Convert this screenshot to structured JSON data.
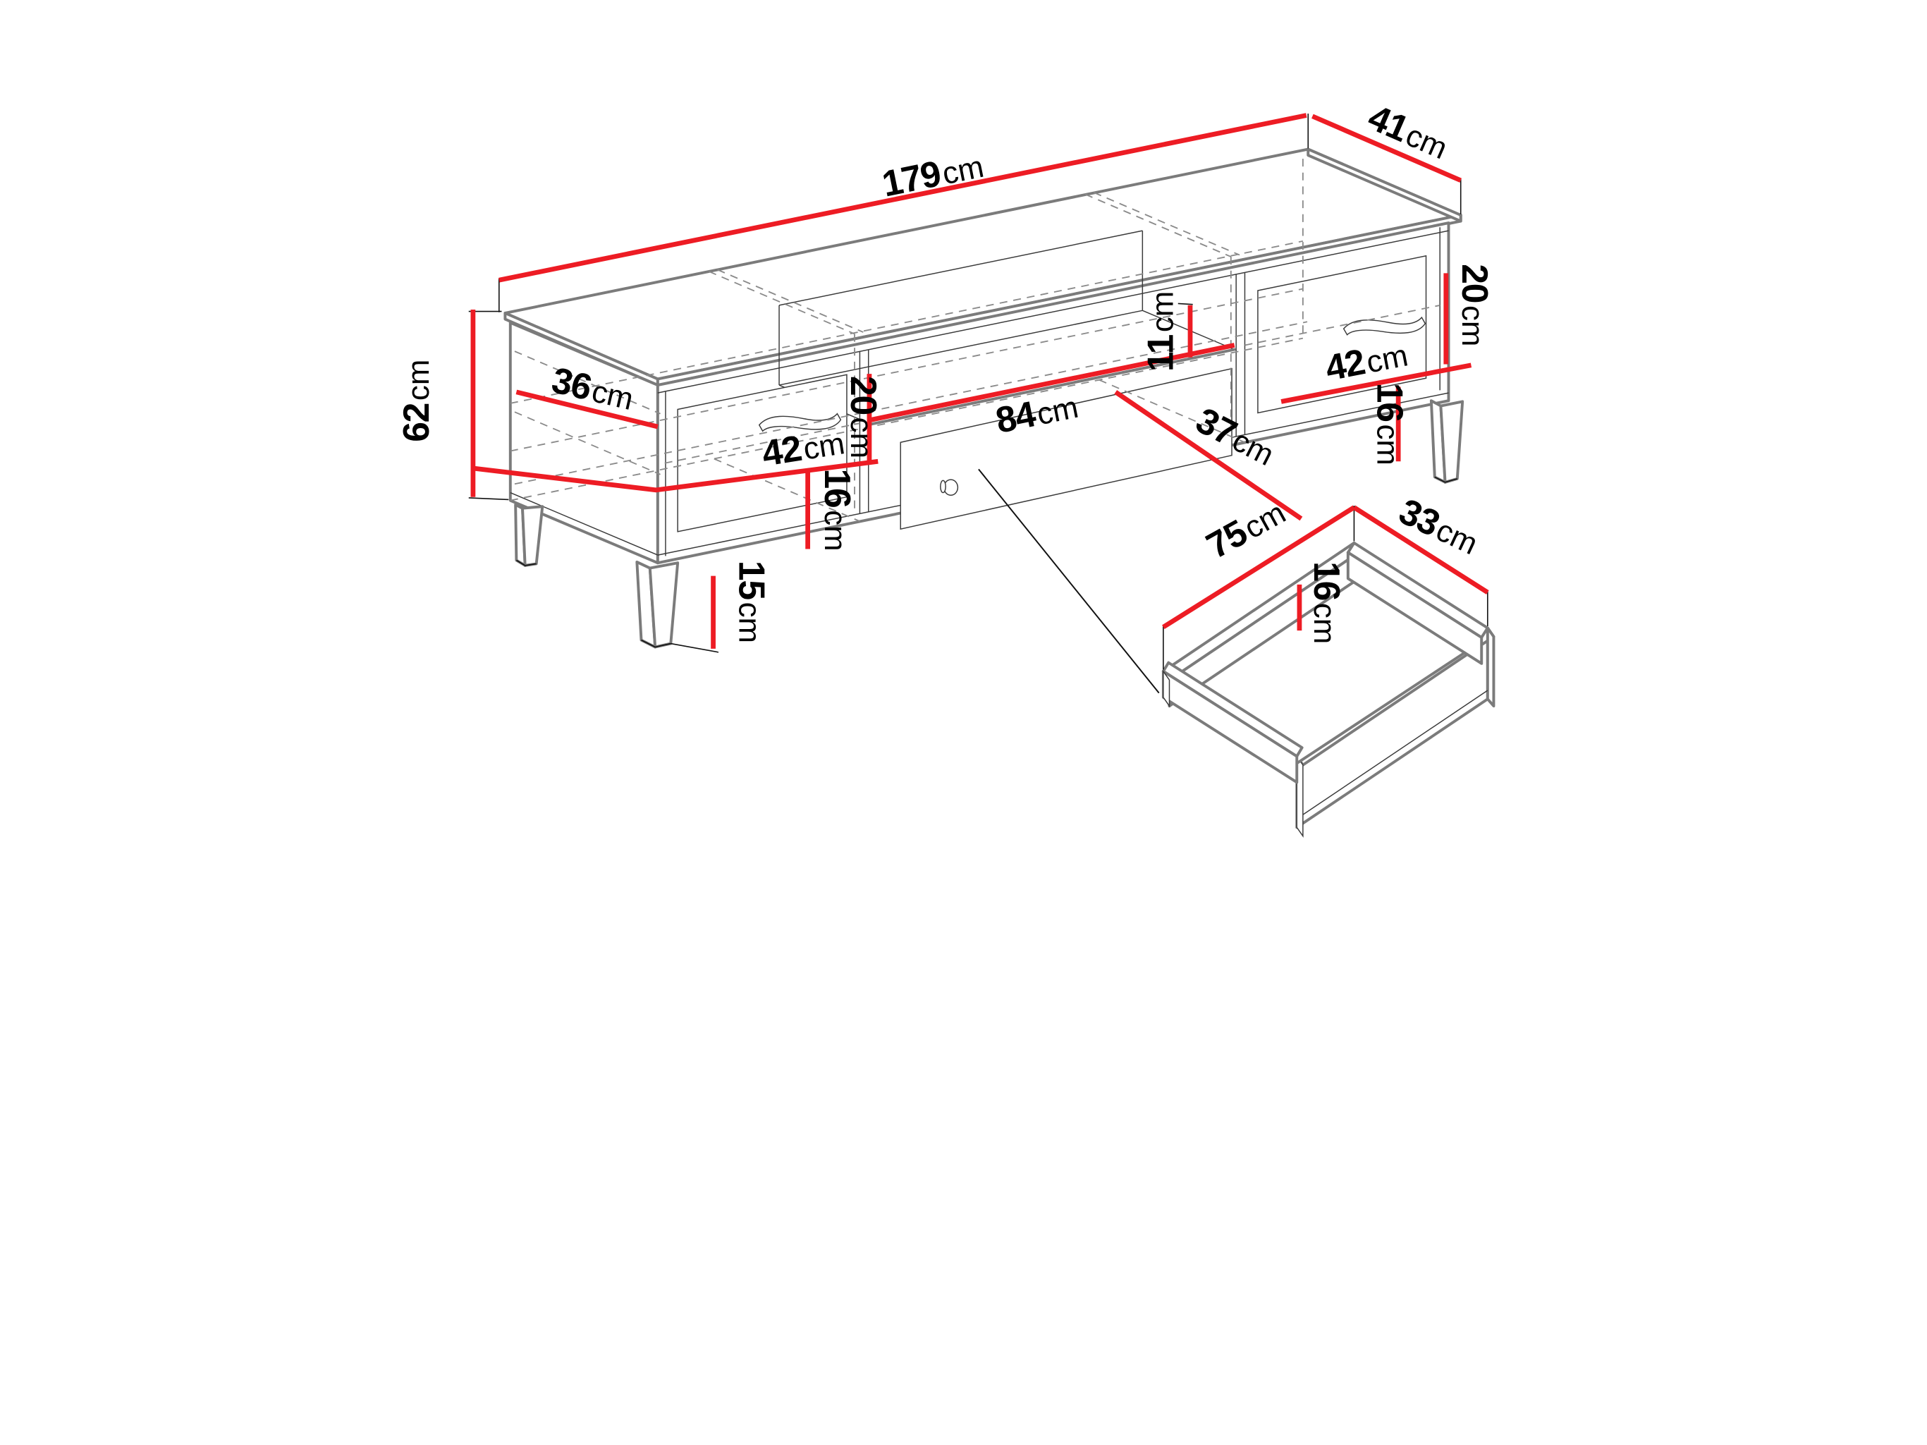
{
  "diagram": {
    "figure_type": "furniture-dimension-drawing",
    "subject": "TV cabinet with two drawers, open middle shelf niche, drop-down flap and separate drawer box detail",
    "colors": {
      "dimension_line": "#ed1c24",
      "outline": "#7b7b7b",
      "hidden_line": "#8a8a8a",
      "text": "#000000"
    },
    "dimensions": {
      "total_width": {
        "v": "179",
        "u": "cm"
      },
      "total_depth": {
        "v": "41",
        "u": "cm"
      },
      "total_height": {
        "v": "62",
        "u": "cm"
      },
      "interior_depth_left": {
        "v": "36",
        "u": "cm"
      },
      "left_drawer_width": {
        "v": "42",
        "u": "cm"
      },
      "left_opening_height": {
        "v": "20",
        "u": "cm"
      },
      "left_inner_height": {
        "v": "16",
        "u": "cm"
      },
      "leg_height": {
        "v": "15",
        "u": "cm"
      },
      "middle_shelf_width": {
        "v": "84",
        "u": "cm"
      },
      "middle_niche_height": {
        "v": "11",
        "u": "cm"
      },
      "interior_depth_middle": {
        "v": "37",
        "u": "cm"
      },
      "right_opening_height": {
        "v": "20",
        "u": "cm"
      },
      "right_drawer_width": {
        "v": "42",
        "u": "cm"
      },
      "right_inner_height": {
        "v": "16",
        "u": "cm"
      },
      "drawer_box_width": {
        "v": "75",
        "u": "cm"
      },
      "drawer_box_depth": {
        "v": "33",
        "u": "cm"
      },
      "drawer_box_height": {
        "v": "16",
        "u": "cm"
      }
    }
  }
}
